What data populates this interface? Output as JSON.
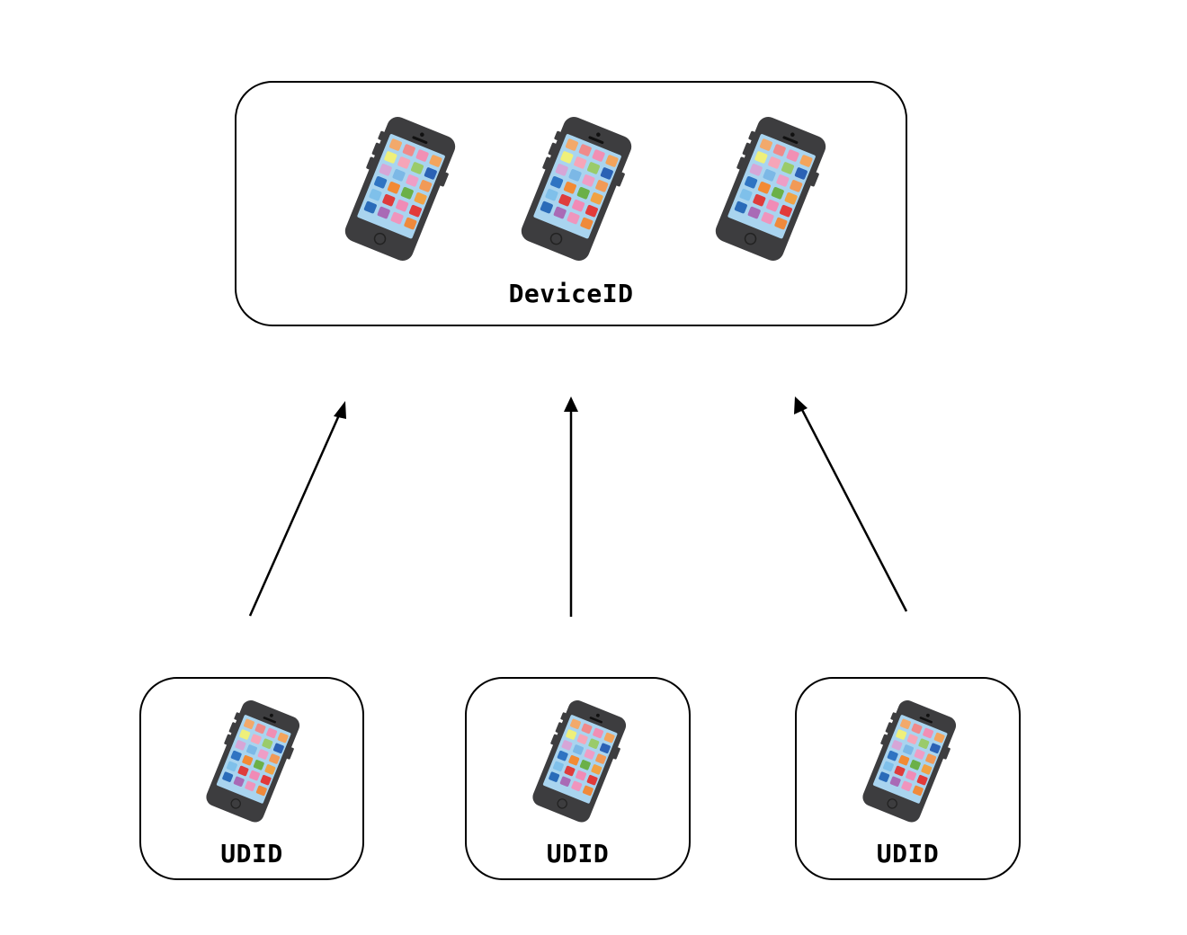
{
  "top_box": {
    "label": "DeviceID",
    "icons": [
      "smartphone-icon",
      "smartphone-icon",
      "smartphone-icon"
    ]
  },
  "udid_boxes": [
    {
      "label": "UDID",
      "icon": "smartphone-icon"
    },
    {
      "label": "UDID",
      "icon": "smartphone-icon"
    },
    {
      "label": "UDID",
      "icon": "smartphone-icon"
    }
  ],
  "colors": {
    "line": "#000000",
    "phone_body": "#3d3d3f",
    "phone_screen": "#a9d4ef"
  }
}
